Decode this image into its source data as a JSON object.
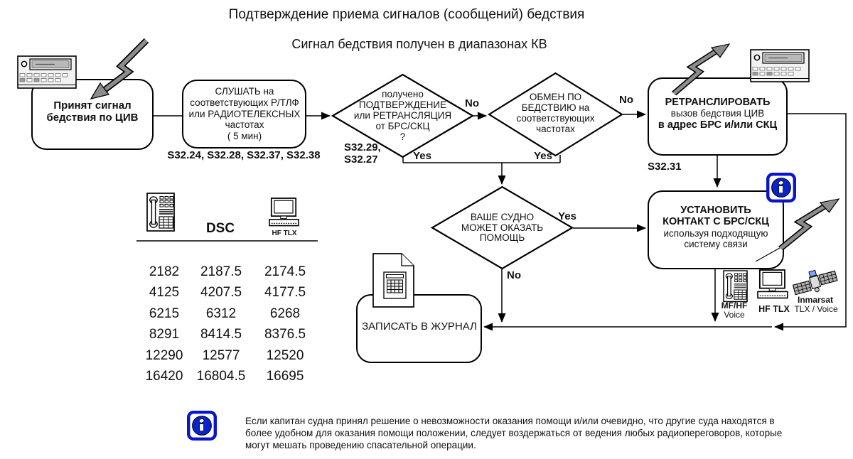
{
  "page": {
    "title": "Подтверждение приема сигналов (сообщений) бедствия",
    "subtitle": "Сигнал бедствия получен в диапазонах КВ"
  },
  "flow": {
    "received_box": {
      "text": "Принят сигнал\nбедствия по ЦИВ"
    },
    "listen_box": {
      "text": "СЛУШАТЬ на\nсоответствующих Р/ТЛФ\nили РАДИОТЕЛЕКСНЫХ\nчастотах\n( 5 мин)",
      "ref": "S32.24, S32.28, S32.37, S32.38"
    },
    "ack_diamond": {
      "text": "получено\nПОДТВЕРЖДЕНИЕ\nили РЕТРАНСЛЯЦИЯ\nот БРС/СКЦ\n?",
      "ref": "S32.29,\nS32.27",
      "no": "No",
      "yes": "Yes"
    },
    "traffic_diamond": {
      "text": "ОБМЕН ПО\nБЕДСТВИЮ на\nсоответствующих\nчастотах",
      "no": "No",
      "yes": "Yes"
    },
    "relay_box": {
      "line1": "РЕТРАНСЛИРОВАТЬ",
      "line2": "вызов бедствия ЦИВ",
      "line3": "в адрес БРС и/или СКЦ",
      "ref": "S32.31"
    },
    "assist_diamond": {
      "text": "ВАШЕ СУДНО\nМОЖЕТ ОКАЗАТЬ\nПОМОЩЬ",
      "yes": "Yes",
      "no": "No"
    },
    "contact_box": {
      "line1": "УСТАНОВИТЬ",
      "line2": "КОНТАКТ С БРС/СКЦ",
      "line3": "используя подходящую",
      "line4": "систему связи"
    },
    "log_box": {
      "text": "ЗАПИСАТЬ В ЖУРНАЛ"
    }
  },
  "freq_table": {
    "col2_header": "DSC",
    "col3_header": "HF TLX",
    "rows": [
      [
        "2182",
        "2187.5",
        "2174.5"
      ],
      [
        "4125",
        "4207.5",
        "4177.5"
      ],
      [
        "6215",
        "6312",
        "6268"
      ],
      [
        "8291",
        "8414.5",
        "8376.5"
      ],
      [
        "12290",
        "12577",
        "12520"
      ],
      [
        "16420",
        "16804.5",
        "16695"
      ]
    ]
  },
  "equipment": {
    "mfhf": "MF/HF",
    "mfhf_sub": "Voice",
    "hf_tlx": "HF TLX",
    "inmarsat": "Inmarsat",
    "inmarsat_sub": "TLX / Voice"
  },
  "icons": [
    "dsc-radio",
    "lightning-arrow",
    "telephone",
    "computer-terminal",
    "inmarsat-satellite",
    "log-document",
    "info-badge"
  ],
  "note": {
    "text": "Если капитан судна принял решение о невозможности оказания помощи и/или очевидно, что  другие суда находятся в\nболее удобном для оказания помощи положении, следует воздержаться от ведения любых радиопереговоров, которые\nмогут мешать проведению спасательной операции."
  },
  "colors": {
    "accent_blue": "#0a14cc",
    "bolt_gray": "#8c8c8c"
  }
}
